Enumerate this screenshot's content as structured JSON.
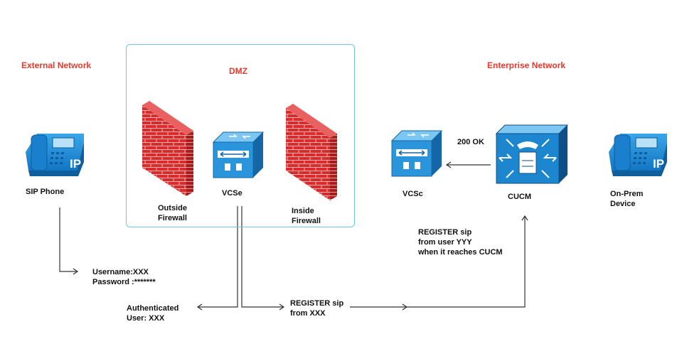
{
  "zones": {
    "external": "External Network",
    "dmz": "DMZ",
    "enterprise": "Enterprise Network"
  },
  "devices": {
    "sip_phone": "SIP Phone",
    "outside_firewall": "Outside\nFirewall",
    "vcse": "VCSe",
    "inside_firewall": "Inside\nFirewall",
    "vcsc": "VCSc",
    "cucm": "CUCM",
    "onprem": "On-Prem\nDevice"
  },
  "messages": {
    "credentials": "Username:XXX\nPassword :*******",
    "authenticated": "Authenticated\nUser: XXX",
    "register_from": "REGISTER sip\nfrom XXX",
    "register_user": "REGISTER sip\nfrom user YYY\nwhen it reaches CUCM",
    "ok": "200 OK"
  },
  "icons": {
    "phone_glyph": "IP"
  },
  "colors": {
    "zone_label": "#e8392c",
    "dmz_border": "#6cc6e0",
    "device_blue": "#1f8fd6",
    "brick_red": "#d92b2b"
  }
}
